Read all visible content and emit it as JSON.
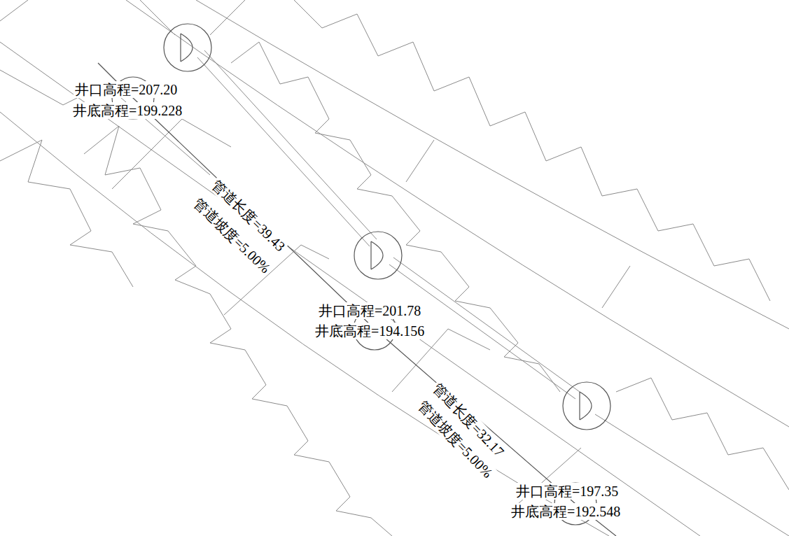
{
  "diagram": {
    "labels": [
      "井口高程=207.20",
      "井底高程=199.228",
      "管道长度=39.43",
      "管道坡度=5.00%",
      "井口高程=201.78",
      "井底高程=194.156",
      "管道长度=32.17",
      "管道坡度=5.00%",
      "井口高程=197.35",
      "井底高程=192.548"
    ]
  }
}
